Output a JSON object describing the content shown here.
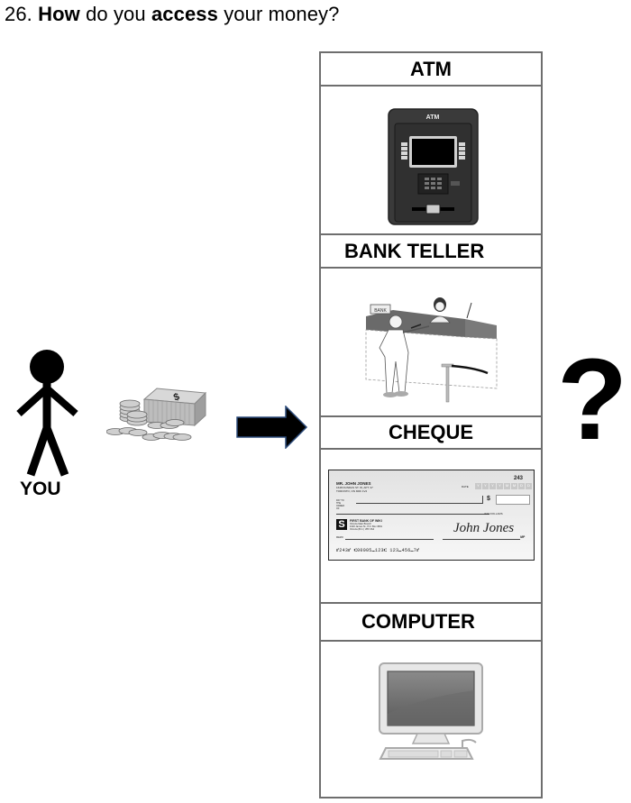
{
  "question": {
    "number": "26.",
    "word1": "How",
    "word2": "do you",
    "word3": "access",
    "word4": "your money?"
  },
  "person": {
    "label": "YOU",
    "icon": "stick-figure-icon"
  },
  "money": {
    "icon": "cash-and-coins-icon",
    "symbol": "$"
  },
  "arrow": {
    "icon": "right-arrow-icon"
  },
  "unknown": {
    "symbol": "?"
  },
  "options": [
    {
      "label": "ATM",
      "icon": "atm-machine-icon",
      "screen_label": "ATM"
    },
    {
      "label": "BANK TELLER",
      "icon": "bank-teller-icon",
      "sign": "BANK"
    },
    {
      "label": "CHEQUE",
      "icon": "cheque-icon"
    },
    {
      "label": "COMPUTER",
      "icon": "desktop-computer-icon"
    }
  ],
  "cheque": {
    "number": "243",
    "payer_name": "MR. JOHN JONES",
    "payer_address1": "1648 DUNDAS ST. W, APT. 37",
    "payer_address2": "TORONTO, ON  M6K 1V2",
    "date_label": "DATE",
    "date_boxes": [
      "Y",
      "Y",
      "Y",
      "Y",
      "M",
      "M",
      "D",
      "D"
    ],
    "pay_label": "PAY TO THE ORDER OF",
    "currency_symbol": "$",
    "dollars_label": "/100 DOLLARS",
    "bank_name": "FIRST BANK OF WIKI",
    "bank_branch": "Victoria Main Branch",
    "bank_address1": "1020 James St., P.O. Box 4591",
    "bank_address2": "Victoria (B.C.) V8X 3S4",
    "memo_label": "MEMO",
    "signature": "John Jones",
    "signature_suffix": "MP",
    "micr": "⑈243⑈  ⑆00005⑉123⑆  123⑉456⑉7⑈"
  },
  "colors": {
    "border": "#6e6e6e",
    "atm_body": "#3a3a3a",
    "arrow_fill": "#000000",
    "arrow_stroke": "#2b4a7a"
  }
}
